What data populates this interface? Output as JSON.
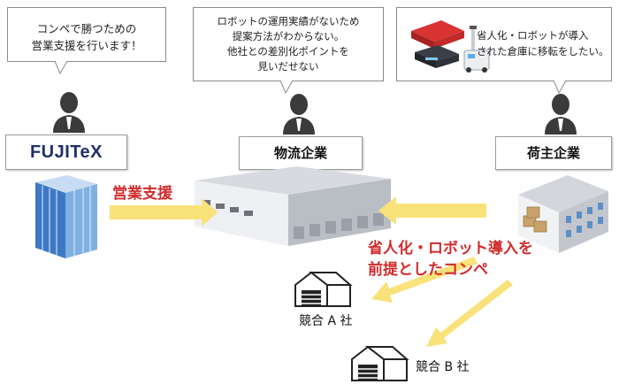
{
  "bubbles": {
    "fujitex": "コンペで勝つための\n営業支援を行います！",
    "logistics": "ロボットの運用実績がないため\n提案方法がわからない。\n他社との差別化ポイントを\n見いだせない",
    "shipper": "省人化・ロボットが導入\nされた倉庫に移転をしたい。"
  },
  "labels": {
    "fujitex_logo": "FUJITeX",
    "logistics": "物流企業",
    "shipper": "荷主企業"
  },
  "arrows": {
    "sales_support": "営業支援",
    "competition_line1": "省人化・ロボット導入を",
    "competition_line2": "前提としたコンペ"
  },
  "competitors": {
    "a": "競合 A 社",
    "b": "競合 B 社"
  },
  "colors": {
    "arrow_yellow": "#f9e27a",
    "accent_red": "#d12b2b",
    "fujitex_navy": "#1f2f6b"
  }
}
